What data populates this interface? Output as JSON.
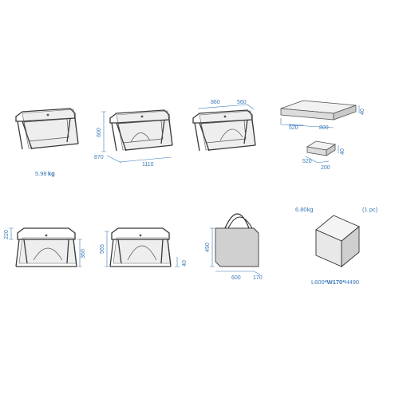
{
  "weights": {
    "product_value": "5.98",
    "product_unit": "kg",
    "package": "6.80kg",
    "package_qty": "(1 pc)"
  },
  "cots": {
    "c2": {
      "height": "600",
      "depth": "870",
      "width": "1110"
    },
    "c3": {
      "top_left": "860",
      "top_right": "560"
    },
    "c4": {
      "height": "220",
      "mid": "360"
    },
    "c5": {
      "height": "565",
      "leg": "40"
    }
  },
  "mattress": {
    "thickness": "40",
    "depth": "520",
    "width": "800"
  },
  "folded_mattress": {
    "height": "40",
    "depth": "520",
    "width": "200"
  },
  "bag": {
    "height": "490",
    "width": "600",
    "depth": "170"
  },
  "package_box": {
    "L_prefix": "L600",
    "W_part": "W170",
    "H_part": "H490",
    "sep": "*"
  },
  "colors": {
    "dimension": "#3a79b8",
    "frame": "#3a3a3a",
    "box_front": "#e8e8e8"
  }
}
